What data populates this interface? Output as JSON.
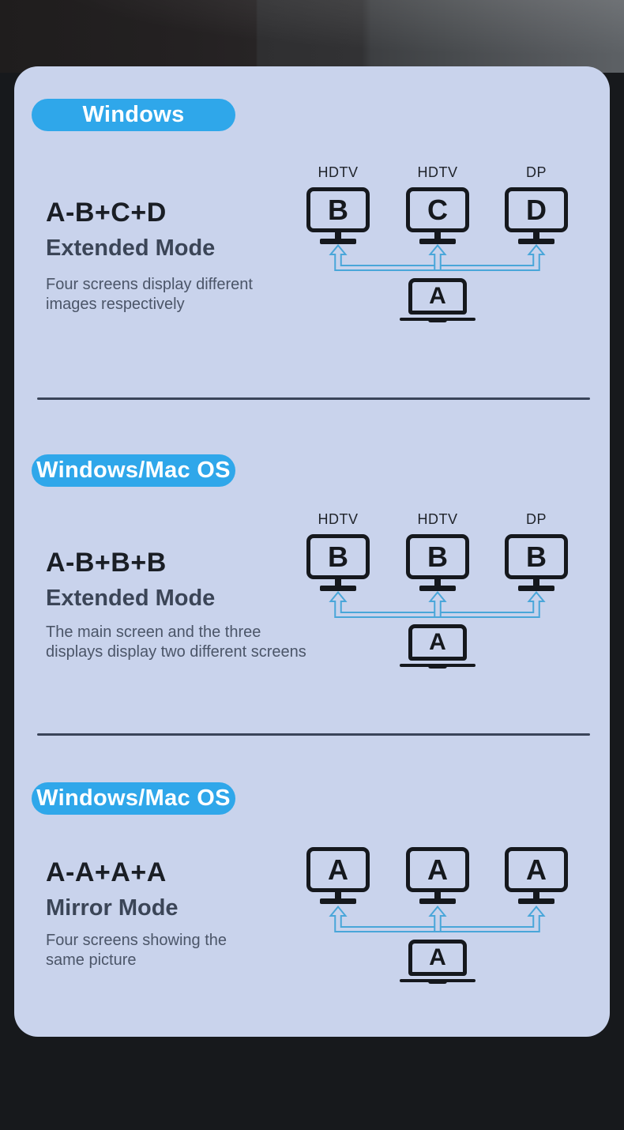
{
  "colors": {
    "page_dark": "#17191c",
    "card_bg": "#c9d3ec",
    "badge_blue": "#2fa7ea",
    "arrow_blue": "#49a6d9",
    "title_dark": "#1a1e25",
    "mode_gray": "#3b4557",
    "desc_gray": "#4b5568",
    "divider": "#3a4459",
    "icon_black": "#15181d"
  },
  "sections": [
    {
      "badge": "Windows",
      "title": "A-B+C+D",
      "mode": "Extended Mode",
      "description_lines": [
        "Four screens display different",
        "images respectively"
      ],
      "monitors": [
        {
          "port": "HDTV",
          "letter": "B"
        },
        {
          "port": "HDTV",
          "letter": "C"
        },
        {
          "port": "DP",
          "letter": "D"
        }
      ],
      "source": {
        "letter": "A"
      }
    },
    {
      "badge": "Windows/Mac OS",
      "title": "A-B+B+B",
      "mode": "Extended Mode",
      "description_lines": [
        "The main screen and the three",
        "displays display two different screens"
      ],
      "monitors": [
        {
          "port": "HDTV",
          "letter": "B"
        },
        {
          "port": "HDTV",
          "letter": "B"
        },
        {
          "port": "DP",
          "letter": "B"
        }
      ],
      "source": {
        "letter": "A"
      }
    },
    {
      "badge": "Windows/Mac OS",
      "title": "A-A+A+A",
      "mode": "Mirror Mode",
      "description_lines": [
        "Four screens showing the",
        "same picture"
      ],
      "monitors": [
        {
          "letter": "A"
        },
        {
          "letter": "A"
        },
        {
          "letter": "A"
        }
      ],
      "source": {
        "letter": "A"
      }
    }
  ]
}
